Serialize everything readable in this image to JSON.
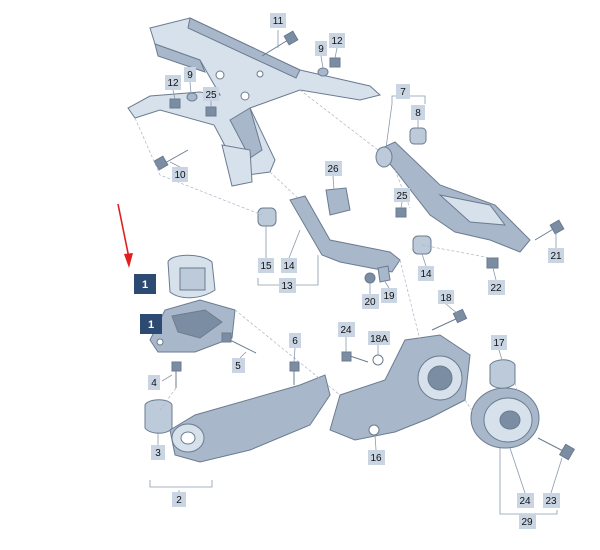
{
  "highlight_color": "#2d4a72",
  "arrow_color": "#e02020",
  "callouts": {
    "c11": "11",
    "c9": "9",
    "c12a": "12",
    "c12b": "12",
    "c9b": "9",
    "c25a": "25",
    "c10": "10",
    "c7": "7",
    "c8": "8",
    "c26": "26",
    "c25b": "25",
    "c15": "15",
    "c14a": "14",
    "c13": "13",
    "c14b": "14",
    "c20": "20",
    "c19": "19",
    "c21": "21",
    "c22": "22",
    "c18": "18",
    "c17": "17",
    "c6": "6",
    "c24a": "24",
    "c18a": "18A",
    "c4": "4",
    "c5": "5",
    "c3": "3",
    "c2": "2",
    "c16": "16",
    "c24b": "24",
    "c23": "23",
    "c29": "29"
  },
  "highlighted": {
    "h1a": "1",
    "h1b": "1"
  }
}
